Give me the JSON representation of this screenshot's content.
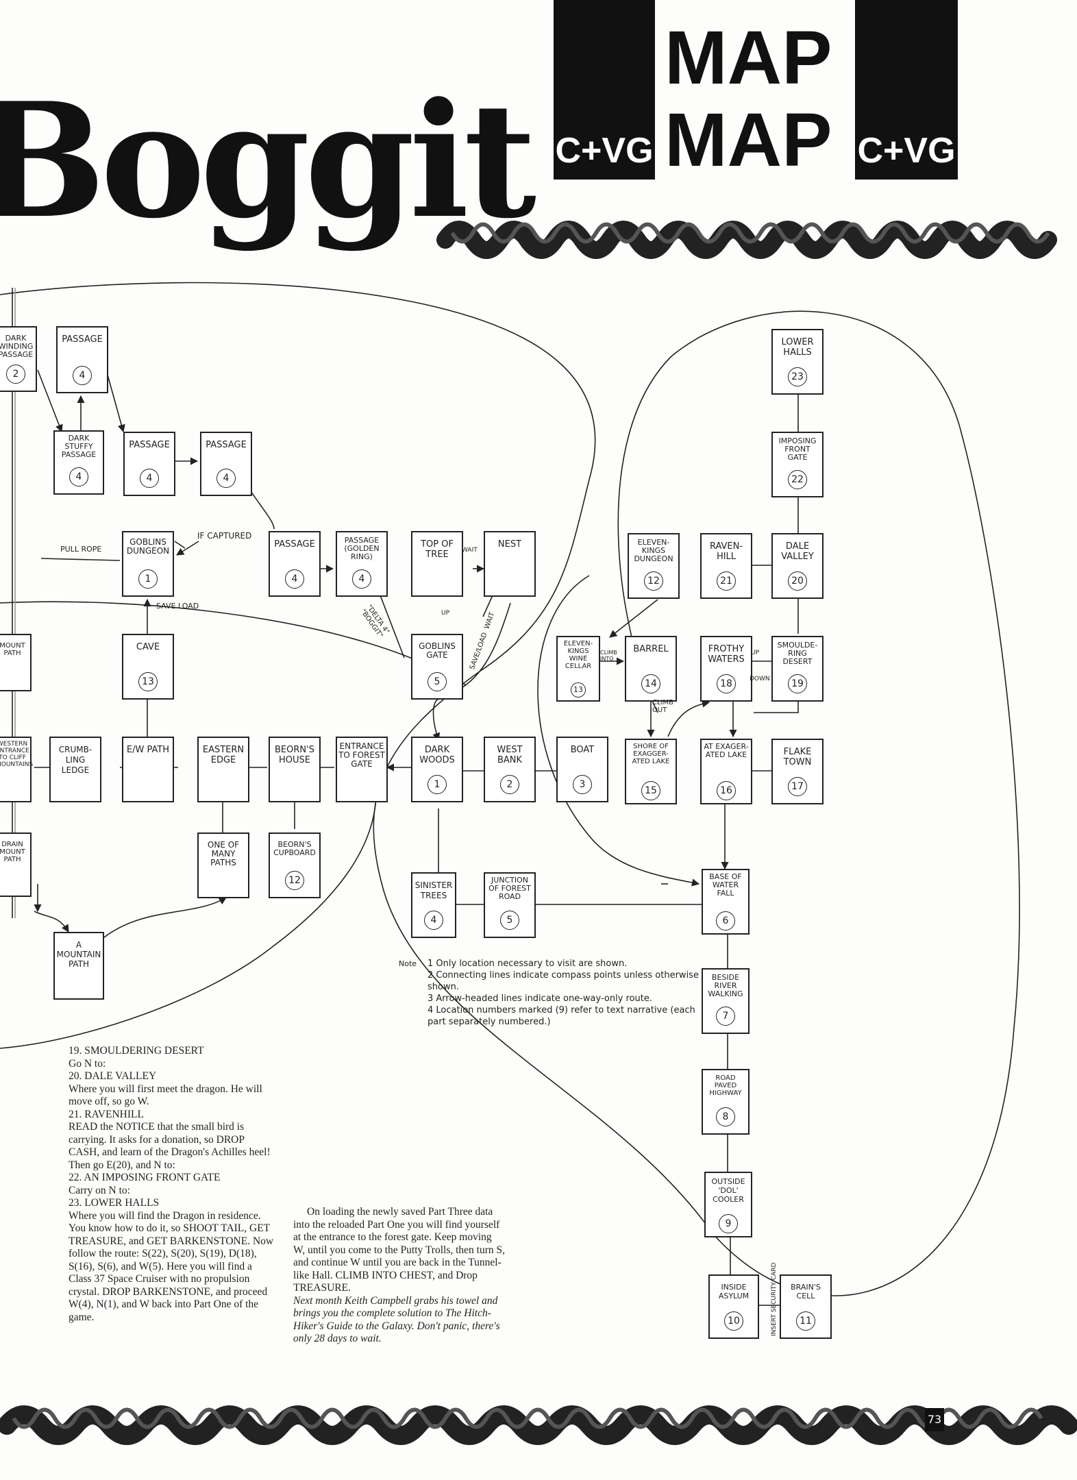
{
  "header": {
    "title": "Boggit",
    "badge_left": "C+VG",
    "badge_right": "C+VG",
    "map_top": "MAP",
    "map_bottom": "MAP",
    "page_number": "73"
  },
  "map": {
    "nodes": [
      {
        "id": "dark-winding-passage",
        "label": "DARK WINDING PASSAGE",
        "num": "2"
      },
      {
        "id": "passage-top",
        "label": "PASSAGE",
        "num": "4"
      },
      {
        "id": "dark-stuffy-passage",
        "label": "DARK STUFFY PASSAGE",
        "num": "4"
      },
      {
        "id": "passage-a",
        "label": "PASSAGE",
        "num": "4"
      },
      {
        "id": "passage-b",
        "label": "PASSAGE",
        "num": "4"
      },
      {
        "id": "goblins-dungeon",
        "label": "GOBLINS DUNGEON",
        "num": "1"
      },
      {
        "id": "passage-c",
        "label": "PASSAGE",
        "num": "4"
      },
      {
        "id": "passage-golden-ring",
        "label": "PASSAGE (GOLDEN RING)",
        "num": "4"
      },
      {
        "id": "top-of-tree",
        "label": "TOP OF TREE",
        "num": ""
      },
      {
        "id": "nest",
        "label": "NEST",
        "num": ""
      },
      {
        "id": "goblins-gate",
        "label": "GOBLINS GATE",
        "num": "5"
      },
      {
        "id": "cave",
        "label": "CAVE",
        "num": "13"
      },
      {
        "id": "mountain-path",
        "label": "MOUNT PATH",
        "num": ""
      },
      {
        "id": "western-entrance",
        "label": "WESTERN ENTRANCE TO CLIFF MOUNTAINS",
        "num": ""
      },
      {
        "id": "crumbling-ledge",
        "label": "CRUMB- LING LEDGE",
        "num": ""
      },
      {
        "id": "ew-path",
        "label": "E/W PATH",
        "num": ""
      },
      {
        "id": "eastern-edge",
        "label": "EASTERN EDGE",
        "num": ""
      },
      {
        "id": "beorns-house",
        "label": "BEORN'S HOUSE",
        "num": ""
      },
      {
        "id": "entrance-forest-gate",
        "label": "ENTRANCE TO FOREST GATE",
        "num": ""
      },
      {
        "id": "dark-woods",
        "label": "DARK WOODS",
        "num": "1"
      },
      {
        "id": "west-bank",
        "label": "WEST BANK",
        "num": "2"
      },
      {
        "id": "boat",
        "label": "BOAT",
        "num": "3"
      },
      {
        "id": "drain-mountain-path",
        "label": "DRAIN MOUNT PATH",
        "num": ""
      },
      {
        "id": "one-of-many-paths",
        "label": "ONE OF MANY PATHS",
        "num": ""
      },
      {
        "id": "beorns-cupboard",
        "label": "BEORN'S CUPBOARD",
        "num": "12"
      },
      {
        "id": "a-mountain-path",
        "label": "A MOUNTAIN PATH",
        "num": ""
      },
      {
        "id": "sinister-trees",
        "label": "SINISTER TREES",
        "num": "4"
      },
      {
        "id": "junction-forest-road",
        "label": "JUNCTION OF FOREST ROAD",
        "num": "5"
      },
      {
        "id": "lower-halls",
        "label": "LOWER HALLS",
        "num": "23"
      },
      {
        "id": "imposing-front-gate",
        "label": "IMPOSING FRONT GATE",
        "num": "22"
      },
      {
        "id": "eleven-kings-dungeon",
        "label": "ELEVEN- KINGS DUNGEON",
        "num": "12"
      },
      {
        "id": "ravenhill",
        "label": "RAVEN- HILL",
        "num": "21"
      },
      {
        "id": "dale-valley",
        "label": "DALE VALLEY",
        "num": "20"
      },
      {
        "id": "eleven-kings-wine-cellar",
        "label": "ELEVEN- KINGS WINE CELLAR",
        "num": "13"
      },
      {
        "id": "barrel",
        "label": "BARREL",
        "num": "14"
      },
      {
        "id": "frothy-waters",
        "label": "FROTHY WATERS",
        "num": "18"
      },
      {
        "id": "smouldering-desert",
        "label": "SMOULDE- RING DESERT",
        "num": "19"
      },
      {
        "id": "shore-of-exaggerated-lake",
        "label": "SHORE OF EXAGGER- ATED LAKE",
        "num": "15"
      },
      {
        "id": "at-exaggerated-lake",
        "label": "AT EXAGER- ATED LAKE",
        "num": "16"
      },
      {
        "id": "flake-town",
        "label": "FLAKE TOWN",
        "num": "17"
      },
      {
        "id": "base-of-waterfall",
        "label": "BASE OF WATER FALL",
        "num": "6"
      },
      {
        "id": "beside-river-walking",
        "label": "BESIDE RIVER WALKING",
        "num": "7"
      },
      {
        "id": "road-paved-highway",
        "label": "ROAD PAVED HIGHWAY",
        "num": "8"
      },
      {
        "id": "outside-dol-cooler",
        "label": "OUTSIDE 'DOL' COOLER",
        "num": "9"
      },
      {
        "id": "inside-asylum",
        "label": "INSIDE ASYLUM",
        "num": "10"
      },
      {
        "id": "brains-cell",
        "label": "BRAIN'S CELL",
        "num": "11"
      }
    ],
    "edge_labels": {
      "pull_rope": "PULL ROPE",
      "if_captured": "IF CAPTURED",
      "save_load": "SAVE LOAD",
      "wait": "WAIT",
      "up": "UP",
      "delta4": "\"DELTA 4\" \"BOGGIT\"",
      "save_load_wait": "SAVE/LOAD  WAIT",
      "climb_into": "CLIMB INTO",
      "climb_out": "CLIMB OUT",
      "up2": "UP",
      "down": "DOWN",
      "insert_security_card": "INSERT SECURITY CARD"
    }
  },
  "notes": {
    "heading": "Note",
    "items": [
      "1  Only location necessary to visit are shown.",
      "2  Connecting lines indicate compass points unless otherwise shown.",
      "3  Arrow-headed lines indicate one-way-only route.",
      "4  Location numbers marked (9) refer to text narrative (each part separately numbered.)"
    ]
  },
  "text_left": [
    "19. SMOULDERING DESERT",
    "Go N to:",
    "20. DALE VALLEY",
    "Where you will first meet the dragon. He will move off, so go W.",
    "21. RAVENHILL",
    "READ the NOTICE that the small bird is carrying. It asks for a donation, so DROP CASH, and learn of the Dragon's Achilles heel! Then go E(20), and N to:",
    "22. AN IMPOSING FRONT GATE",
    "Carry on N to:",
    "23. LOWER HALLS",
    "Where you will find the Dragon in residence. You know how to do it, so SHOOT TAIL, GET TREASURE, and GET BARKENSTONE. Now follow the route: S(22), S(20), S(19), D(18), S(16), S(6), and W(5). Here you will find a Class 37 Space Cruiser with no propulsion crystal. DROP BARKENSTONE, and proceed W(4), N(1), and W back into Part One of the game."
  ],
  "text_right": {
    "body": "On loading the newly saved Part Three data into the reloaded Part One you will find yourself at the entrance to the forest gate. Keep moving W, until you come to the Putty Trolls, then turn S, and continue W until you are back in the Tunnel-like Hall. CLIMB INTO CHEST, and Drop TREASURE.",
    "italic": "Next month Keith Campbell grabs his towel and brings you the complete solution to The Hitch-Hiker's Guide to the Galaxy. Don't panic, there's only 28 days to wait."
  }
}
